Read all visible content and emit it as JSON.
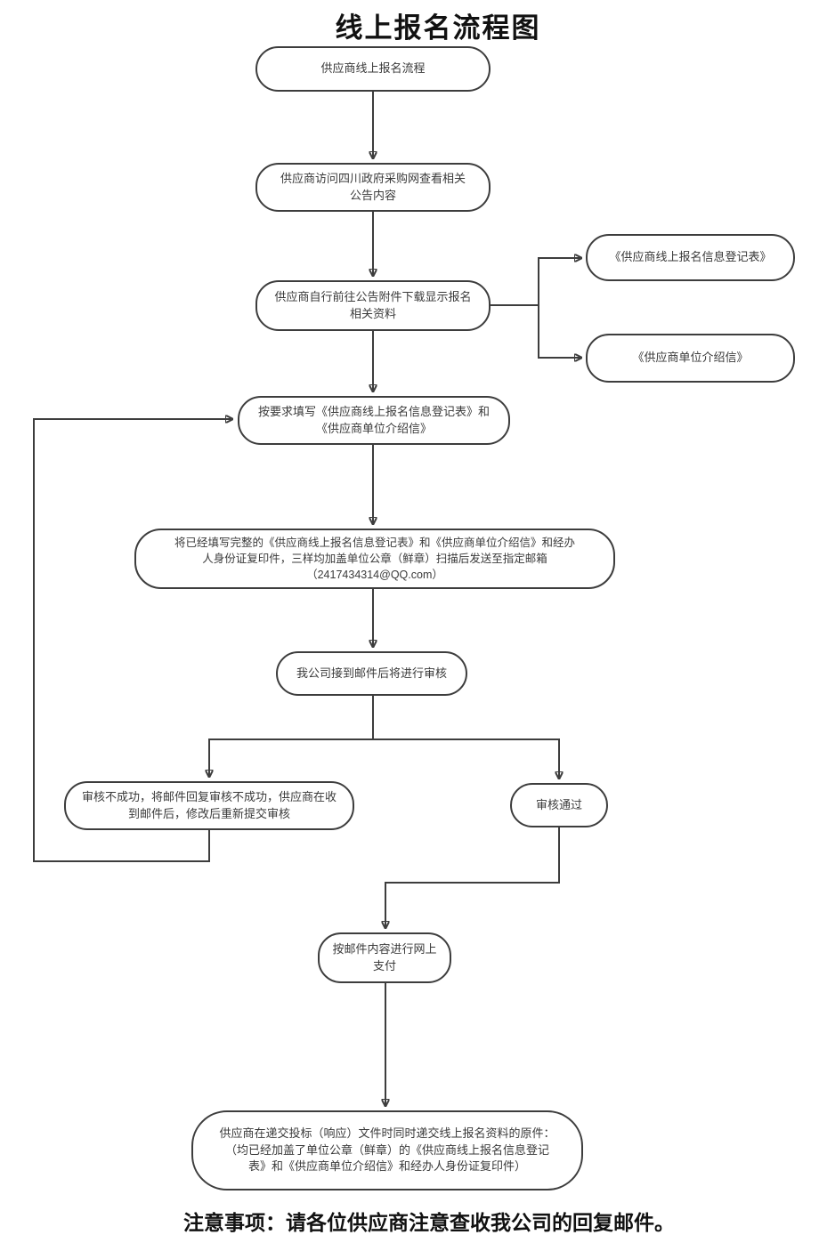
{
  "title": "线上报名流程图",
  "note": "注意事项：请各位供应商注意查收我公司的回复邮件。",
  "colors": {
    "line": "#3d3d3d",
    "node_border": "#3d3d3d",
    "text": "#3a3a3a",
    "background": "#ffffff"
  },
  "chart_data": {
    "type": "flowchart",
    "title": "线上报名流程图",
    "edges": [
      [
        "start",
        "visit"
      ],
      [
        "visit",
        "download"
      ],
      [
        "download",
        "form_doc"
      ],
      [
        "download",
        "intro_doc"
      ],
      [
        "download",
        "fill"
      ],
      [
        "fill",
        "send"
      ],
      [
        "send",
        "review"
      ],
      [
        "review",
        "fail"
      ],
      [
        "review",
        "pass"
      ],
      [
        "fail",
        "fill"
      ],
      [
        "pass",
        "pay"
      ],
      [
        "pay",
        "submit"
      ]
    ]
  },
  "nodes": {
    "start": {
      "text": "供应商线上报名流程"
    },
    "visit": {
      "text": "供应商访问四川政府采购网查看相关\n公告内容"
    },
    "download": {
      "text": "供应商自行前往公告附件下载显示报名\n相关资料"
    },
    "form_doc": {
      "text": "《供应商线上报名信息登记表》"
    },
    "intro_doc": {
      "text": "《供应商单位介绍信》"
    },
    "fill": {
      "text": "按要求填写《供应商线上报名信息登记表》和\n《供应商单位介绍信》"
    },
    "send": {
      "text": "将已经填写完整的《供应商线上报名信息登记表》和《供应商单位介绍信》和经办\n人身份证复印件，三样均加盖单位公章（鲜章）扫描后发送至指定邮箱\n（2417434314@QQ.com）"
    },
    "review": {
      "text": "我公司接到邮件后将进行审核"
    },
    "fail": {
      "text": "审核不成功，将邮件回复审核不成功，供应商在收\n到邮件后，修改后重新提交审核"
    },
    "pass": {
      "text": "审核通过"
    },
    "pay": {
      "text": "按邮件内容进行网上\n支付"
    },
    "submit": {
      "text": "供应商在递交投标（响应）文件时同时递交线上报名资料的原件：\n（均已经加盖了单位公章（鲜章）的《供应商线上报名信息登记\n表》和《供应商单位介绍信》和经办人身份证复印件）"
    }
  }
}
